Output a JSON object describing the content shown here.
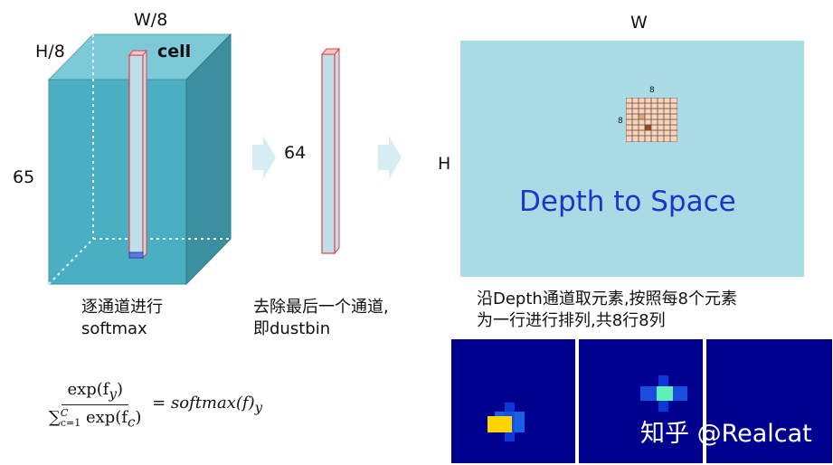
{
  "labels": {
    "w8": "W/8",
    "h8": "H/8",
    "cell": "cell",
    "c65": "65",
    "c64": "64",
    "w": "W",
    "h": "H",
    "grid8_top": "8",
    "grid8_left": "8",
    "depth_to_space": "Depth to Space"
  },
  "captions": {
    "softmax_line1": "逐通道进行",
    "softmax_line2": "softmax",
    "dustbin_line1": "去除最后一个通道,",
    "dustbin_line2": "即dustbin",
    "depth_line1": "沿Depth通道取元素,按照每8个元素",
    "depth_line2": "为一行进行排列,共8行8列"
  },
  "formula": {
    "num": "exp(f",
    "num_sub": "y",
    "den_sum": "∑",
    "den_upper": "C",
    "den_lower": "c=1",
    "den_exp": " exp(f",
    "den_sub": "c",
    "rhs": "= softmax(f)",
    "rhs_sub": "y"
  },
  "watermark": "知乎 @Realcat",
  "colors": {
    "cube_front": "#4aafc2",
    "cube_top": "#7ccad8",
    "cube_side": "#3b8f9e",
    "big_plane": "#a8dbe4",
    "heatmap_bg": "#00008f",
    "arrow": "#d6eef3"
  }
}
